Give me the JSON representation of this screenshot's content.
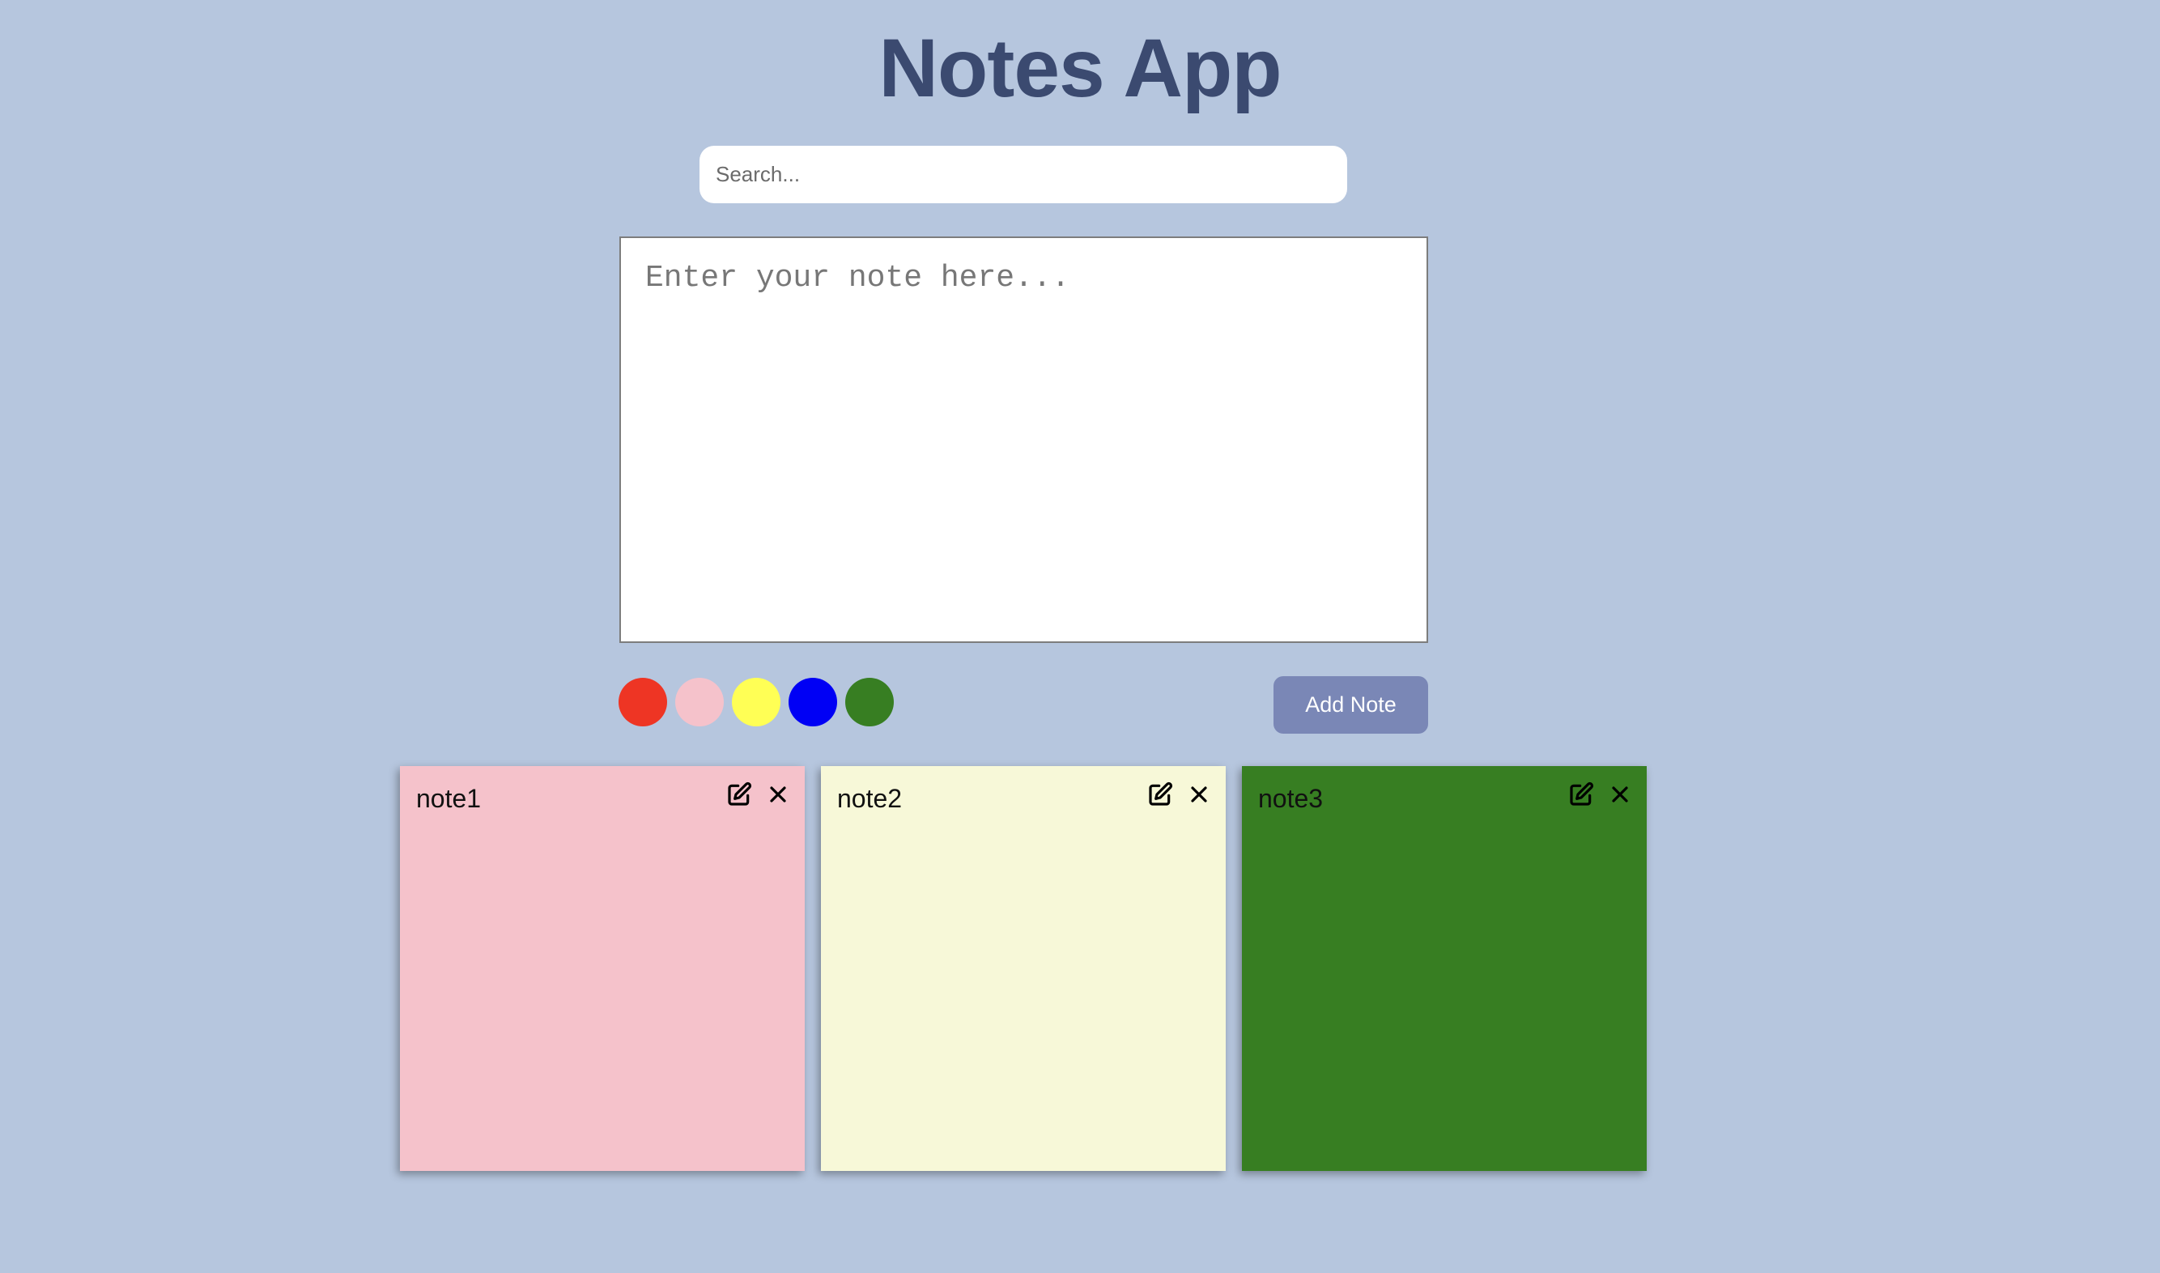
{
  "app": {
    "title": "Notes App"
  },
  "search": {
    "placeholder": "Search...",
    "value": ""
  },
  "editor": {
    "placeholder": "Enter your note here...",
    "value": ""
  },
  "color_options": [
    {
      "name": "red",
      "hex": "#ee3524"
    },
    {
      "name": "pink",
      "hex": "#f5c2cb"
    },
    {
      "name": "yellow",
      "hex": "#ffff55"
    },
    {
      "name": "blue",
      "hex": "#0000f5"
    },
    {
      "name": "green",
      "hex": "#377e22"
    }
  ],
  "actions": {
    "add_label": "Add Note"
  },
  "notes": [
    {
      "text": "note1",
      "color": "#f5c2cb",
      "edit_icon": "edit-icon",
      "delete_icon": "close-icon"
    },
    {
      "text": "note2",
      "color": "#f7f8d8",
      "edit_icon": "edit-icon",
      "delete_icon": "close-icon"
    },
    {
      "text": "note3",
      "color": "#377e22",
      "edit_icon": "edit-icon",
      "delete_icon": "close-icon"
    }
  ],
  "theme": {
    "background": "#b6c6de",
    "title_color": "#3b4a70",
    "button_color": "#7a87b6"
  }
}
